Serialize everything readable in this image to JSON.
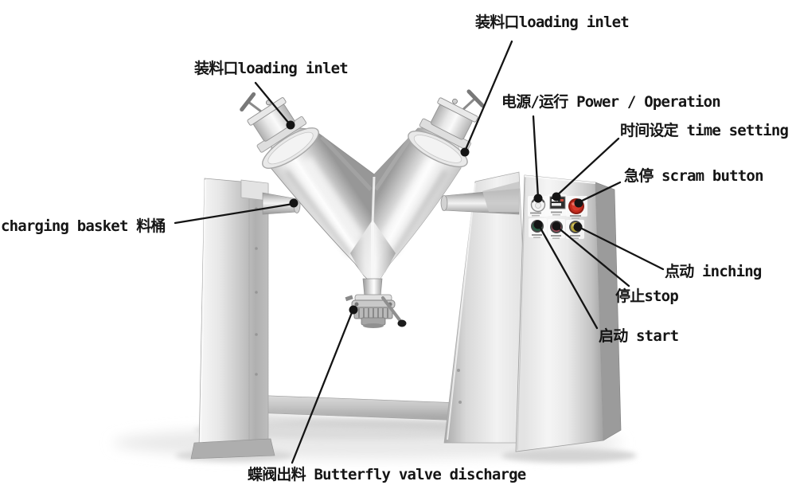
{
  "diagram": {
    "subject": "V-type mixer annotated equipment diagram",
    "background_color": "#ffffff",
    "annotation_text_color": "#151515",
    "leader_line_color": "#141414"
  },
  "annotations": {
    "loading_inlet_top": "装料口loading inlet",
    "loading_inlet_left": "装料口loading inlet",
    "power_operation": "电源/运行 Power / Operation",
    "time_setting": "时间设定 time setting",
    "scram_button": "急停 scram button",
    "charging_basket": "charging basket 料桶",
    "inching": "点动 inching",
    "stop": "停止stop",
    "start": "启动 start",
    "butterfly_valve_discharge": "蝶阀出料 Butterfly valve discharge"
  },
  "control_panel": {
    "power_lamp_color": "#f4f4f4",
    "display_color": "#2e2e2e",
    "estop_color": "#c22a1c",
    "start_color": "#2a5f45",
    "stop_color": "#a84a5c",
    "inching_color": "#b5a235"
  },
  "machine": {
    "steel_light": "#f2f2f2",
    "steel_mid": "#c6c6c6",
    "steel_dark": "#8e8e8e"
  }
}
